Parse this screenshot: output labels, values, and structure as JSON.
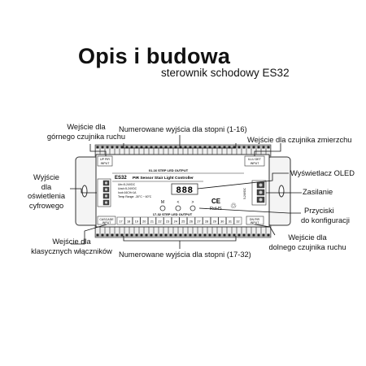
{
  "title": "Opis i budowa",
  "subtitle": "sterownik schodowy ES32",
  "labels": {
    "top_sensor_1": "Wejście dla",
    "top_sensor_2": "górnego czujnika ruchu",
    "steps_top": "Numerowane wyjścia dla stopni (1-16)",
    "dusk_sensor": "Wejście dla czujnika zmierzchu",
    "oled": "Wyświetlacz OLED",
    "digital_1": "Wyjście",
    "digital_2": "dla",
    "digital_3": "oświetlenia",
    "digital_4": "cyfrowego",
    "power": "Zasilanie",
    "buttons_1": "Przyciski",
    "buttons_2": "do konfiguracji",
    "bottom_sensor_1": "Wejście dla",
    "bottom_sensor_2": "dolnego czujnika ruchu",
    "switches_1": "Wejście dla",
    "switches_2": "klasycznych włączników",
    "steps_bottom": "Numerowane wyjścia dla stopni (17-32)"
  },
  "device": {
    "model": "ES32",
    "name": "PIR Sensor Stair Light Controller",
    "up_pir": "UP PIR",
    "input": "INPUT",
    "dn_pir": "DN PIR",
    "cascade": "CASCADE",
    "step_out_top": "01-16 STEP LED OUTPUT",
    "step_out_bottom": "17-32 STEP LED OUTPUT",
    "lux_det": "ILLU DET",
    "display": "888",
    "specs": [
      "Uin=5-24VDC",
      "Uout=5-24VDC",
      "Iout=16CH×1A",
      "Temp Range: -30°C ~ 60°C"
    ],
    "btn_m": "M",
    "btn_lt": "<",
    "btn_gt": ">",
    "ce": "CE",
    "rohs": "RoHS",
    "power_text": "5-24VDC",
    "bottom_terminal_nums": [
      "17",
      "18",
      "19",
      "20",
      "21",
      "22",
      "23",
      "24",
      "25",
      "26",
      "27",
      "28",
      "29",
      "30",
      "31",
      "32"
    ]
  }
}
